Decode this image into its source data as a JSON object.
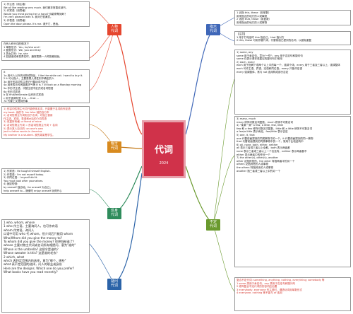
{
  "center": {
    "title": "代词",
    "year": "2024"
  },
  "nodes": {
    "person": "人称\n代词",
    "possessive": "物主\n代词",
    "reflexive": "反身\n代词",
    "interrogative": "疑问\n代词",
    "demonstrative": "指示\n代词",
    "indefinite": "不定\n代词"
  },
  "boxes": {
    "tl1": [
      "1) 作主语（用主格）",
      "We all like reading very much. 我们都非常喜欢读书。",
      "2) 作宾语（用宾格）",
      "Would you mind giving her a hand? 你能帮帮她吗？",
      "I'm very pleased with it. 我对它很满意。",
      "3) 作表语（用宾格）",
      "Open the door please. It's me. 请开门，是我。"
    ],
    "tl2": [
      "在有人称代词的情况下",
      "1 单数形式：You, he/she and I",
      "2 复数形式：We, you and they",
      "3 男女并列：he, she",
      "4 如错误或承担责任时，通常把第一人称放最前面。"
    ],
    "tl3": [
      "it",
      "1a 用代人以外的动物或物品，I like the white cat. I want to buy it.",
      "2 it 可以指人，主要是婴儿或性别不确定的人",
      "3a 用在形容词性主语它代替动词不定式",
      "4a 用来表示时间距离天气等 It is 7 o'clock on a Monday morning",
      "5a 作形式主语，代替主语不定式或名词短语",
      "6a 作形式宾语",
      "b 在 find/feel/make 后作形式宾语",
      "c 用于强调句型 It is ... that ...",
      "7a 代替上文提到的事"
    ],
    "possessive": [
      "1) 形容词性物主代词只能修饰名词，只能置于名词前作定语",
      "my book. 我的书  her bike 她的自行车",
      "2) 名词性物主代词相当于名词，可独立使用",
      "作主语、宾语、表语和of后的介词宾语",
      "3) 双重所有格: a friend of mine",
      "4) 名词性物主代词 = 形容词性物主代词 + 名词",
      "5) 表示某人自己的: on one's own",
      "Jack's father works in America.",
      "My brother is a student. 我的弟弟是学生。"
    ],
    "reflexive": [
      "1) 作宾语：He taught himself English.",
      "2) 作表语：I'm not myself today.",
      "3) 作同位语：I myself did it.",
      "You must look after yourselves.",
      "4) 固定短语:",
      "by oneself 独自地；for oneself 为自己；",
      "help oneself to... 随便吃 enjoy oneself 玩得开心"
    ],
    "interrogative": [
      "1 who, whom, whose",
      "1 who 作主语，主要询问人，也可作宾语",
      "whom 作宾语，询问人",
      "口语中可用 who 代 whom，但介词后只能用 whom",
      "Who/Whom did you give the money to?",
      "To whom did you give the money? 你把钱给谁了？",
      "whose 主要对物主代词或名词所有格提问，意为\"谁的\"",
      "Whose is the umbrella? 这把伞是谁的？",
      "Whose sweater is this? 这是谁的毛衣？",
      "2 which, what",
      "which 表特定范围内的选择，意为\"哪个，哪些\"",
      "what 表不定范围的选择，问人的职业或身份",
      "Here are the designs. Which one do you prefer?",
      "What books have you read recently?"
    ],
    "tr1": [
      "1 近指 this, these（用单数）",
      "用来指近的地方的人或事物",
      "2 远指 that, those（用复数）",
      "用来指远的地方的人或事物"
    ],
    "tr2": [
      "【注意】",
      "1 用于打电话时 this 指自己，that 指对方",
      "2 this, those 可用作替代词，代替前面已提到的名词，以避免重复"
    ],
    "tr3": [
      "1) some, any",
      "some 用于肯定句，意为\"一些\"；any 用于否定句和疑问句",
      "some 在表示请求或建议的疑问句中常用",
      "2) each, every",
      "each 用于指两个或两个以上中的每一个，强调个体；every 用于三者及三者以上，强调整体",
      "each 可作主语、宾语、定语和同位语；every 只能作定语",
      "every 强调整体，常与 not 连用构成部分否定"
    ],
    "tr4": [
      "3) many, much",
      "many 修饰可数名词复数，much 修饰不可数名词",
      "4) \"某某一类\" a few, a little, few, little",
      "few 和 a few 修饰可数名词复数，little 和 a little 修饰不可数名词",
      "a few/a little 表示肯定，few/little 表示否定",
      "5) one, it, that",
      "one 代替前面提到的同类事物中的一个，it 代替前面提到的同一事物",
      "that 代替前面提到的同类事物中的一个，常用于比较结构中",
      "6) all, none, both, either, neither",
      "all 表示三者或三者以上全都，both 表示两者都",
      "none 表示三者或三者以上一个也没有，neither 表示两者都不",
      "either 表示两者中的任何一个",
      "7) the other(s), other(s), another",
      "other 泛指其他的，the other 特指两者中的另一个",
      "others 泛指其他的人或事物",
      "the others 特指其余的人或事物",
      "another 指三者或三者以上中的另一个"
    ],
    "tr5": [
      "复合不定代词: something, anything, nothing, everything; somebody 等",
      "1 some 类用于肯定句，any 类用于否定句和疑问句",
      "2 修饰复合不定代词的形容词应后置",
      "3 everybody, everyone 作主语时，谓语动词用单数形式",
      "4 everyone, nothing 等不能与 of 连用"
    ]
  }
}
